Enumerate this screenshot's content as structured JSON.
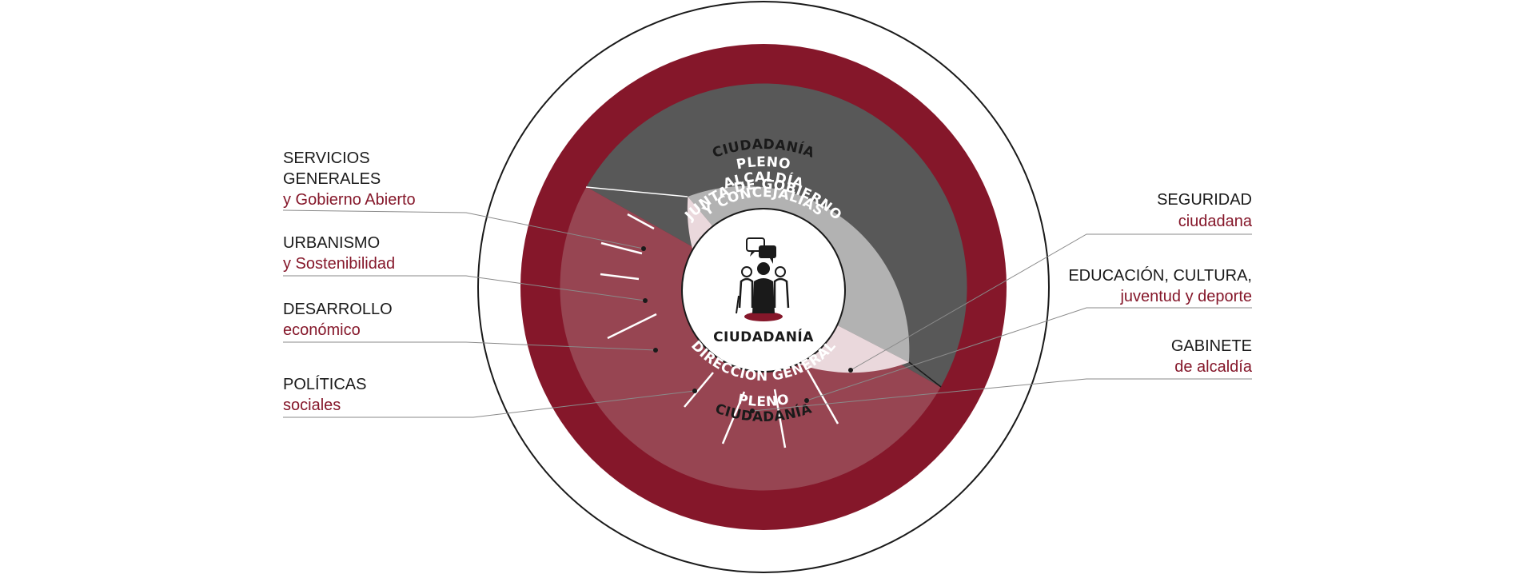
{
  "colors": {
    "primary": "#85172a",
    "secondary": "#974552",
    "dark_gray": "#585858",
    "light_gray": "#b2b2b2",
    "pale_pink": "#ead8dc",
    "black": "#1a1a1a",
    "white": "#ffffff"
  },
  "rings": {
    "outer_top": "CIUDADANÍA",
    "outer_bottom": "CIUDADANÍA",
    "pleno_top": "PLENO",
    "pleno_bottom": "PLENO",
    "alcaldia": "ALCALDÍA",
    "junta_line1": "JUNTA DE GOBIERNO",
    "junta_line2": "Y CONCEJALÍAS",
    "direccion": "DIRECCIÓN GENERAL"
  },
  "center": {
    "label": "CIUDADANÍA",
    "icon": "citizens-dialogue-icon"
  },
  "areas_left": [
    {
      "line1": "SERVICIOS",
      "line2": "GENERALES",
      "sub": "y Gobierno Abierto"
    },
    {
      "line1": "URBANISMO",
      "sub": "y Sostenibilidad"
    },
    {
      "line1": "DESARROLLO",
      "sub": "económico"
    },
    {
      "line1": "POLÍTICAS",
      "sub": "sociales"
    }
  ],
  "areas_right": [
    {
      "line1": "SEGURIDAD",
      "sub": "ciudadana"
    },
    {
      "line1": "EDUCACIÓN, CULTURA,",
      "sub": "juventud y deporte"
    },
    {
      "line1": "GABINETE",
      "sub": "de alcaldía"
    }
  ]
}
